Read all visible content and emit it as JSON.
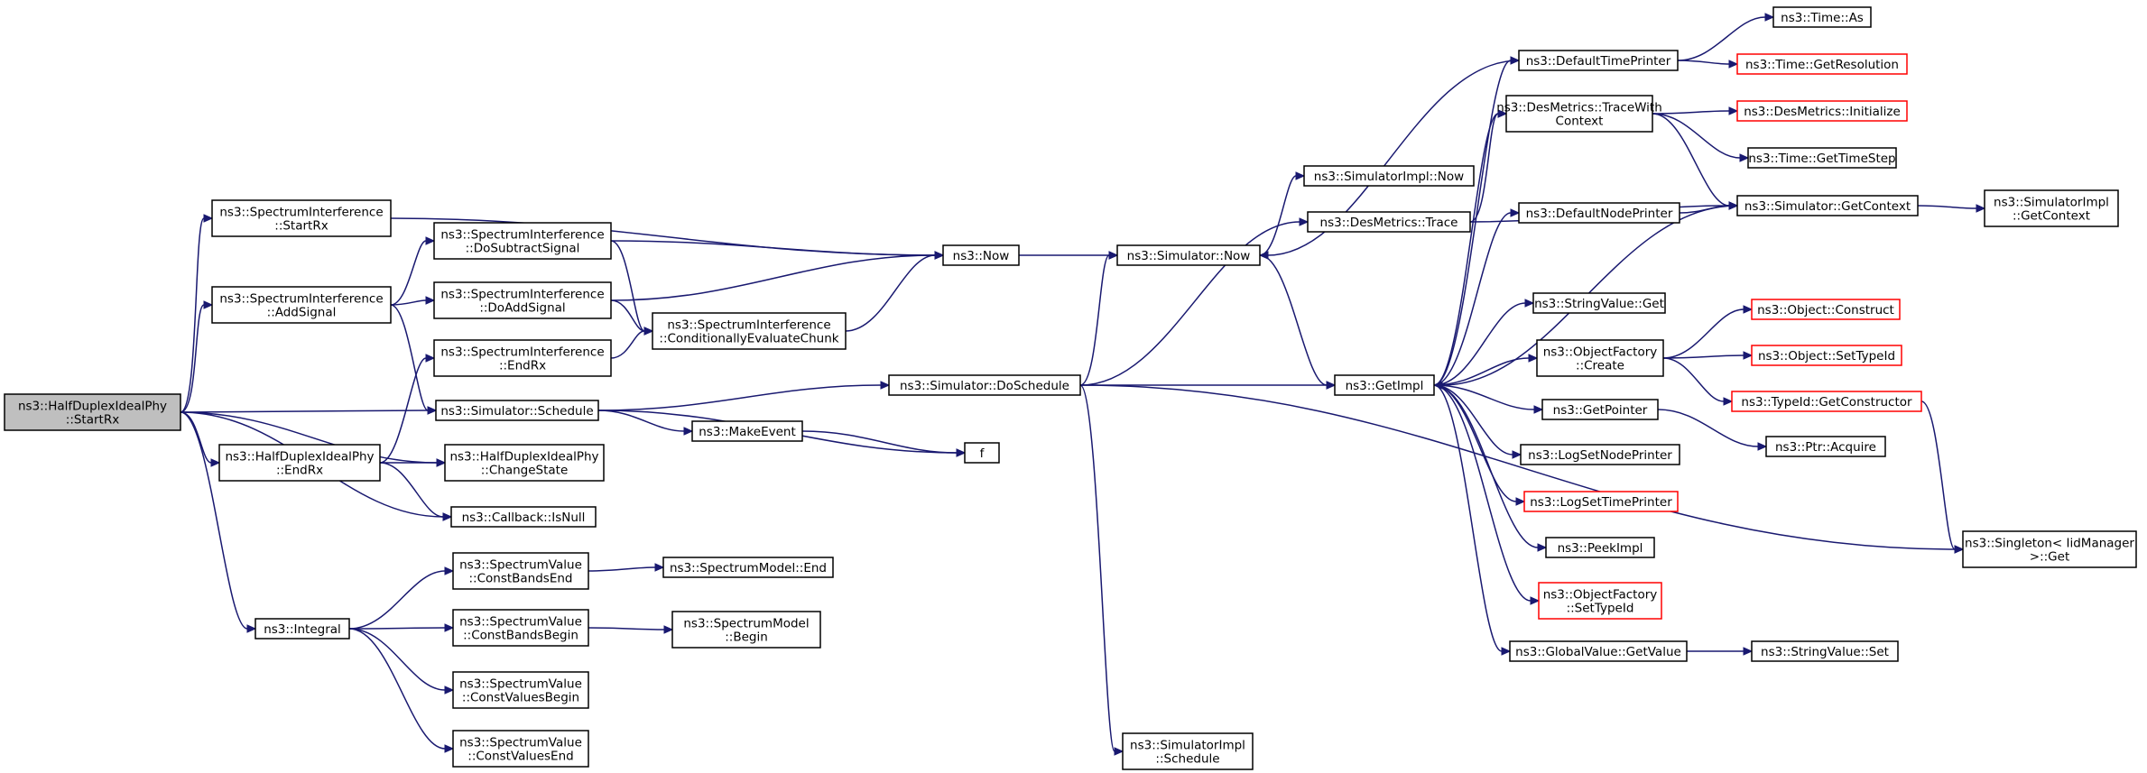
{
  "nodes": [
    {
      "id": "root",
      "lines": [
        "ns3::HalfDuplexIdealPhy",
        "::StartRx"
      ],
      "style": "root"
    },
    {
      "id": "si_startrx",
      "lines": [
        "ns3::SpectrumInterference",
        "::StartRx"
      ]
    },
    {
      "id": "si_addsignal",
      "lines": [
        "ns3::SpectrumInterference",
        "::AddSignal"
      ]
    },
    {
      "id": "hdip_endrx",
      "lines": [
        "ns3::HalfDuplexIdealPhy",
        "::EndRx"
      ]
    },
    {
      "id": "integral",
      "lines": [
        "ns3::Integral"
      ]
    },
    {
      "id": "si_dosubtract",
      "lines": [
        "ns3::SpectrumInterference",
        "::DoSubtractSignal"
      ]
    },
    {
      "id": "si_doadd",
      "lines": [
        "ns3::SpectrumInterference",
        "::DoAddSignal"
      ]
    },
    {
      "id": "si_endrx",
      "lines": [
        "ns3::SpectrumInterference",
        "::EndRx"
      ]
    },
    {
      "id": "sim_schedule",
      "lines": [
        "ns3::Simulator::Schedule"
      ]
    },
    {
      "id": "hdip_changestate",
      "lines": [
        "ns3::HalfDuplexIdealPhy",
        "::ChangeState"
      ]
    },
    {
      "id": "cb_isnull",
      "lines": [
        "ns3::Callback::IsNull"
      ]
    },
    {
      "id": "sv_cbe",
      "lines": [
        "ns3::SpectrumValue",
        "::ConstBandsEnd"
      ]
    },
    {
      "id": "sv_cbb",
      "lines": [
        "ns3::SpectrumValue",
        "::ConstBandsBegin"
      ]
    },
    {
      "id": "sv_cvb",
      "lines": [
        "ns3::SpectrumValue",
        "::ConstValuesBegin"
      ]
    },
    {
      "id": "sv_cve",
      "lines": [
        "ns3::SpectrumValue",
        "::ConstValuesEnd"
      ]
    },
    {
      "id": "si_cec",
      "lines": [
        "ns3::SpectrumInterference",
        "::ConditionallyEvaluateChunk"
      ]
    },
    {
      "id": "makeevent",
      "lines": [
        "ns3::MakeEvent"
      ]
    },
    {
      "id": "sm_end",
      "lines": [
        "ns3::SpectrumModel::End"
      ]
    },
    {
      "id": "sm_begin",
      "lines": [
        "ns3::SpectrumModel",
        "::Begin"
      ]
    },
    {
      "id": "now",
      "lines": [
        "ns3::Now"
      ]
    },
    {
      "id": "f",
      "lines": [
        "f"
      ]
    },
    {
      "id": "sim_doschedule",
      "lines": [
        "ns3::Simulator::DoSchedule"
      ]
    },
    {
      "id": "sim_now",
      "lines": [
        "ns3::Simulator::Now"
      ]
    },
    {
      "id": "simimpl_schedule",
      "lines": [
        "ns3::SimulatorImpl",
        "::Schedule"
      ]
    },
    {
      "id": "simimpl_now",
      "lines": [
        "ns3::SimulatorImpl::Now"
      ]
    },
    {
      "id": "desm_trace",
      "lines": [
        "ns3::DesMetrics::Trace"
      ]
    },
    {
      "id": "getimpl",
      "lines": [
        "ns3::GetImpl"
      ]
    },
    {
      "id": "dtp",
      "lines": [
        "ns3::DefaultTimePrinter"
      ]
    },
    {
      "id": "desm_twc",
      "lines": [
        "ns3::DesMetrics::TraceWith",
        "Context"
      ]
    },
    {
      "id": "dnp",
      "lines": [
        "ns3::DefaultNodePrinter"
      ]
    },
    {
      "id": "strval_get",
      "lines": [
        "ns3::StringValue::Get"
      ]
    },
    {
      "id": "of_create",
      "lines": [
        "ns3::ObjectFactory",
        "::Create"
      ]
    },
    {
      "id": "getpointer",
      "lines": [
        "ns3::GetPointer"
      ]
    },
    {
      "id": "logsetnode",
      "lines": [
        "ns3::LogSetNodePrinter"
      ]
    },
    {
      "id": "logsettime",
      "lines": [
        "ns3::LogSetTimePrinter"
      ],
      "style": "missing"
    },
    {
      "id": "peekimpl",
      "lines": [
        "ns3::PeekImpl"
      ]
    },
    {
      "id": "of_settypeid",
      "lines": [
        "ns3::ObjectFactory",
        "::SetTypeId"
      ],
      "style": "missing"
    },
    {
      "id": "gv_getvalue",
      "lines": [
        "ns3::GlobalValue::GetValue"
      ]
    },
    {
      "id": "time_as",
      "lines": [
        "ns3::Time::As"
      ]
    },
    {
      "id": "time_getres",
      "lines": [
        "ns3::Time::GetResolution"
      ],
      "style": "missing"
    },
    {
      "id": "desm_init",
      "lines": [
        "ns3::DesMetrics::Initialize"
      ],
      "style": "missing"
    },
    {
      "id": "time_getstep",
      "lines": [
        "ns3::Time::GetTimeStep"
      ]
    },
    {
      "id": "sim_getcontext",
      "lines": [
        "ns3::Simulator::GetContext"
      ]
    },
    {
      "id": "obj_construct",
      "lines": [
        "ns3::Object::Construct"
      ],
      "style": "missing"
    },
    {
      "id": "obj_settypeid",
      "lines": [
        "ns3::Object::SetTypeId"
      ],
      "style": "missing"
    },
    {
      "id": "typeid_getctor",
      "lines": [
        "ns3::TypeId::GetConstructor"
      ],
      "style": "missing"
    },
    {
      "id": "ptr_acquire",
      "lines": [
        "ns3::Ptr::Acquire"
      ]
    },
    {
      "id": "strval_set",
      "lines": [
        "ns3::StringValue::Set"
      ]
    },
    {
      "id": "simimpl_getcontext",
      "lines": [
        "ns3::SimulatorImpl",
        "::GetContext"
      ]
    },
    {
      "id": "singleton_get",
      "lines": [
        "ns3::Singleton< IidManager",
        " >::Get"
      ]
    }
  ],
  "edges": [
    [
      "root",
      "si_startrx"
    ],
    [
      "root",
      "si_addsignal"
    ],
    [
      "root",
      "sim_schedule"
    ],
    [
      "root",
      "hdip_endrx"
    ],
    [
      "root",
      "hdip_changestate"
    ],
    [
      "root",
      "cb_isnull"
    ],
    [
      "root",
      "integral"
    ],
    [
      "si_startrx",
      "now"
    ],
    [
      "si_addsignal",
      "si_dosubtract"
    ],
    [
      "si_addsignal",
      "si_doadd"
    ],
    [
      "si_addsignal",
      "sim_schedule"
    ],
    [
      "si_dosubtract",
      "now"
    ],
    [
      "si_dosubtract",
      "si_cec"
    ],
    [
      "si_doadd",
      "now"
    ],
    [
      "si_doadd",
      "si_cec"
    ],
    [
      "si_cec",
      "now"
    ],
    [
      "si_endrx",
      "si_cec"
    ],
    [
      "hdip_endrx",
      "si_endrx"
    ],
    [
      "hdip_endrx",
      "hdip_changestate"
    ],
    [
      "hdip_endrx",
      "cb_isnull"
    ],
    [
      "sim_schedule",
      "sim_doschedule"
    ],
    [
      "sim_schedule",
      "makeevent"
    ],
    [
      "sim_schedule",
      "f"
    ],
    [
      "makeevent",
      "f"
    ],
    [
      "integral",
      "sv_cbe"
    ],
    [
      "integral",
      "sv_cbb"
    ],
    [
      "integral",
      "sv_cvb"
    ],
    [
      "integral",
      "sv_cve"
    ],
    [
      "sv_cbe",
      "sm_end"
    ],
    [
      "sv_cbb",
      "sm_begin"
    ],
    [
      "now",
      "sim_now"
    ],
    [
      "sim_doschedule",
      "sim_now"
    ],
    [
      "sim_doschedule",
      "desm_trace"
    ],
    [
      "sim_doschedule",
      "getimpl"
    ],
    [
      "sim_doschedule",
      "simimpl_schedule"
    ],
    [
      "sim_doschedule",
      "singleton_get"
    ],
    [
      "sim_now",
      "simimpl_now"
    ],
    [
      "sim_now",
      "getimpl"
    ],
    [
      "desm_trace",
      "desm_twc"
    ],
    [
      "desm_trace",
      "sim_getcontext"
    ],
    [
      "desm_twc",
      "desm_init"
    ],
    [
      "desm_twc",
      "time_getstep"
    ],
    [
      "desm_twc",
      "sim_getcontext"
    ],
    [
      "dtp",
      "time_as"
    ],
    [
      "dtp",
      "time_getres"
    ],
    [
      "dtp",
      "sim_now"
    ],
    [
      "getimpl",
      "dtp"
    ],
    [
      "getimpl",
      "desm_twc"
    ],
    [
      "getimpl",
      "dnp"
    ],
    [
      "getimpl",
      "strval_get"
    ],
    [
      "getimpl",
      "of_create"
    ],
    [
      "getimpl",
      "getpointer"
    ],
    [
      "getimpl",
      "logsetnode"
    ],
    [
      "getimpl",
      "logsettime"
    ],
    [
      "getimpl",
      "peekimpl"
    ],
    [
      "getimpl",
      "of_settypeid"
    ],
    [
      "getimpl",
      "gv_getvalue"
    ],
    [
      "dnp",
      "sim_getcontext"
    ],
    [
      "sim_getcontext",
      "getimpl"
    ],
    [
      "sim_getcontext",
      "simimpl_getcontext"
    ],
    [
      "of_create",
      "obj_construct"
    ],
    [
      "of_create",
      "obj_settypeid"
    ],
    [
      "of_create",
      "typeid_getctor"
    ],
    [
      "getpointer",
      "ptr_acquire"
    ],
    [
      "gv_getvalue",
      "strval_set"
    ],
    [
      "typeid_getctor",
      "singleton_get"
    ]
  ]
}
